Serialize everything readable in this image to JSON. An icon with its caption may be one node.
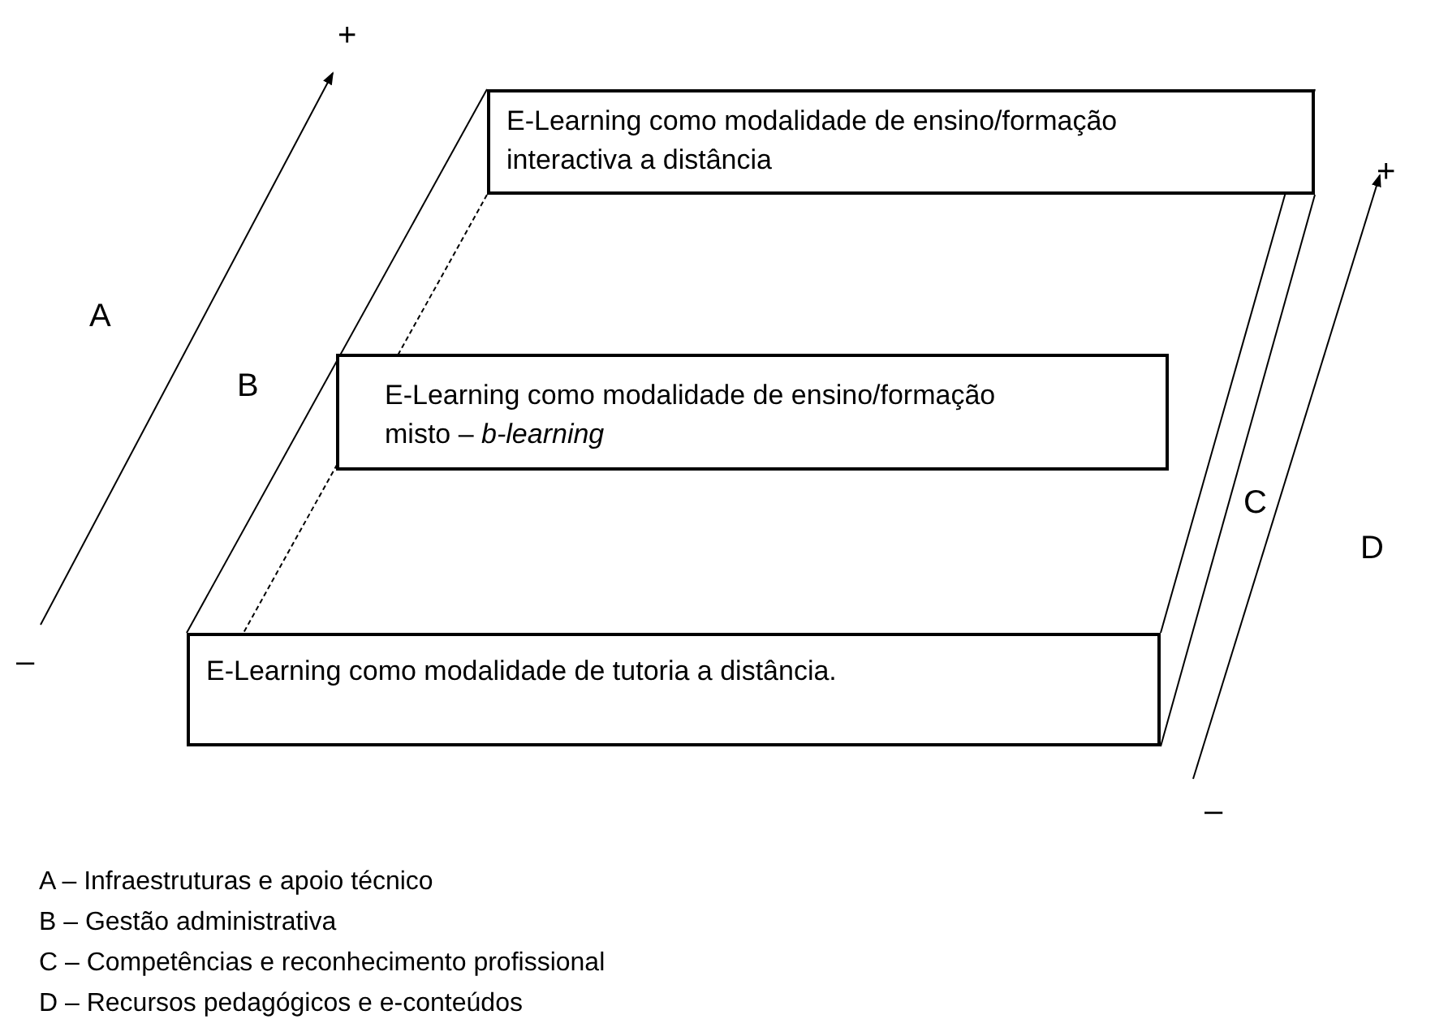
{
  "diagram": {
    "nodes": [
      {
        "text": [
          "E-Learning como modalidade de ensino/formação interactiva a distância"
        ]
      },
      {
        "text": [
          "E-Learning como modalidade de ensino/formação misto – *b-learning*"
        ]
      },
      {
        "text": [
          "E-Learning como modalidade de tutoria a distância."
        ]
      }
    ],
    "labels": [
      "+",
      "+",
      "A",
      "B",
      "C",
      "D",
      "–",
      "–",
      "A – Infraestruturas e apoio técnico",
      "B – Gestão administrativa",
      "C – Competências e reconhecimento profissional",
      "D – Recursos pedagógicos e e-conteúdos"
    ]
  }
}
